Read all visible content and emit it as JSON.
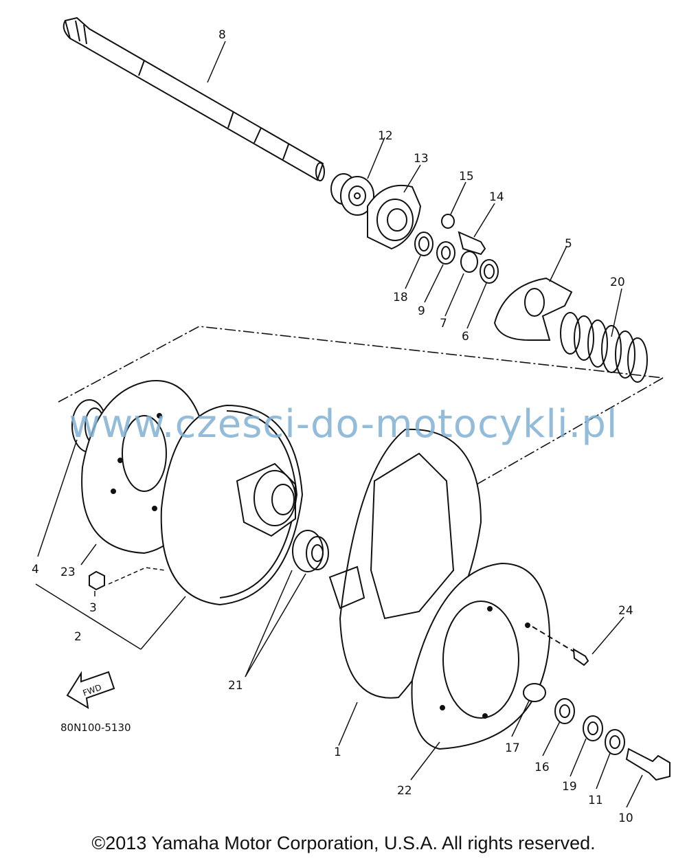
{
  "watermark": "www.czesci-do-motocykli.pl",
  "part_code": "80N100-5130",
  "fwd_label": "FWD",
  "copyright": "©2013 Yamaha Motor Corporation, U.S.A. All rights reserved.",
  "callouts": {
    "c1": "1",
    "c2": "2",
    "c3": "3",
    "c4": "4",
    "c5": "5",
    "c6": "6",
    "c7": "7",
    "c8": "8",
    "c9": "9",
    "c10": "10",
    "c11": "11",
    "c12": "12",
    "c13": "13",
    "c14": "14",
    "c15": "15",
    "c16": "16",
    "c17": "17",
    "c18": "18",
    "c19": "19",
    "c20": "20",
    "c21": "21",
    "c22": "22",
    "c23": "23",
    "c24": "24"
  }
}
